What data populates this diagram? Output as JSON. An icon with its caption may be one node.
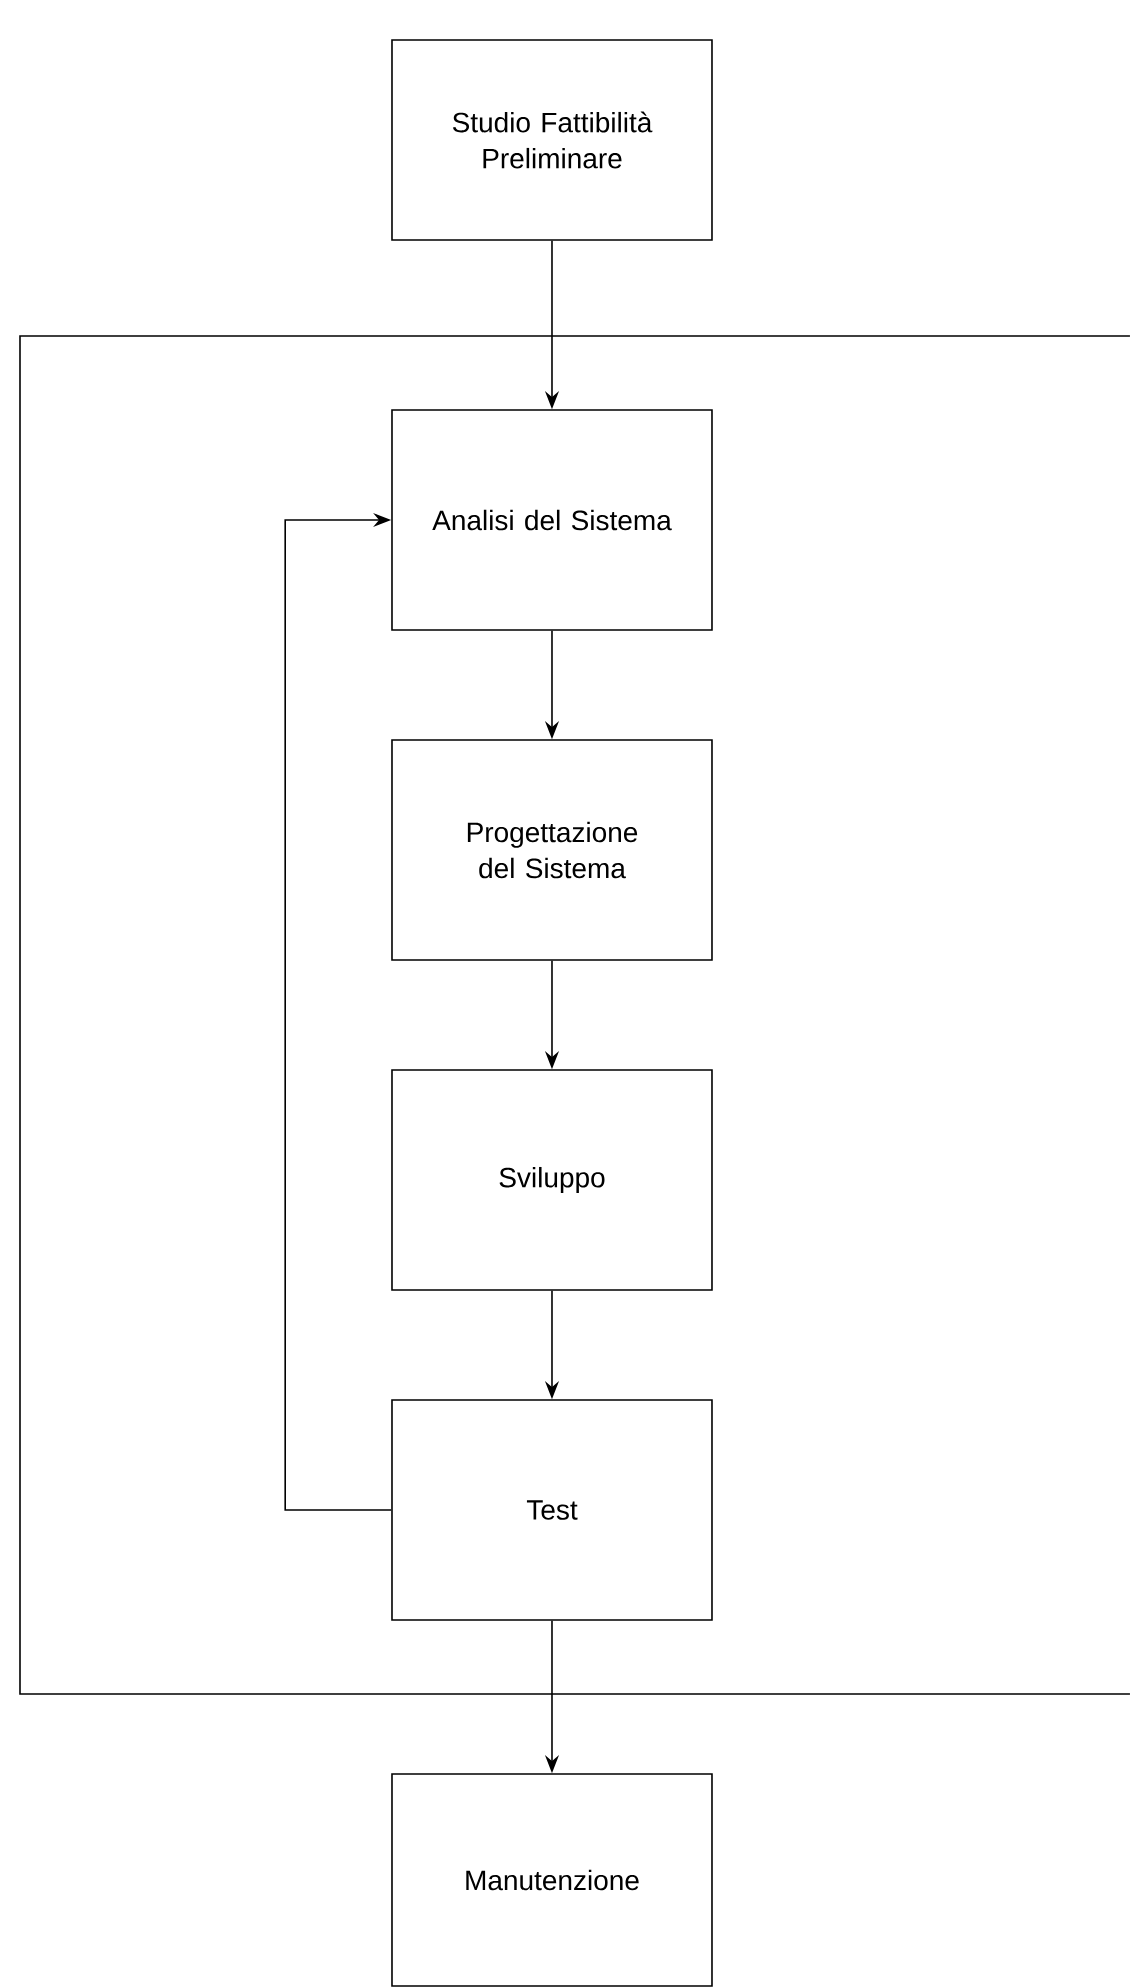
{
  "diagram": {
    "nodes": [
      {
        "text": [
          "Studio Fattibilità Preliminare"
        ]
      },
      {
        "text": [],
        "shape": "box"
      },
      {
        "text": [
          "Analisi del Sistema"
        ],
        "in": 1
      },
      {
        "text": [
          "Progettazione del Sistema"
        ],
        "in": 1
      },
      {
        "text": [
          "Sviluppo"
        ],
        "in": 1
      },
      {
        "text": [
          "Test"
        ],
        "in": 1
      },
      {
        "text": [
          "Manutenzione"
        ]
      }
    ],
    "edges": [
      {
        "from": 0,
        "to": 2,
        "arrow": "to"
      },
      {
        "from": 2,
        "to": 3,
        "arrow": "to"
      },
      {
        "from": 3,
        "to": 4,
        "arrow": "to"
      },
      {
        "from": 4,
        "to": 5,
        "arrow": "to"
      },
      {
        "from": 5,
        "to": 2,
        "arrow": "to"
      },
      {
        "from": 5,
        "to": 6,
        "arrow": "to"
      }
    ]
  }
}
